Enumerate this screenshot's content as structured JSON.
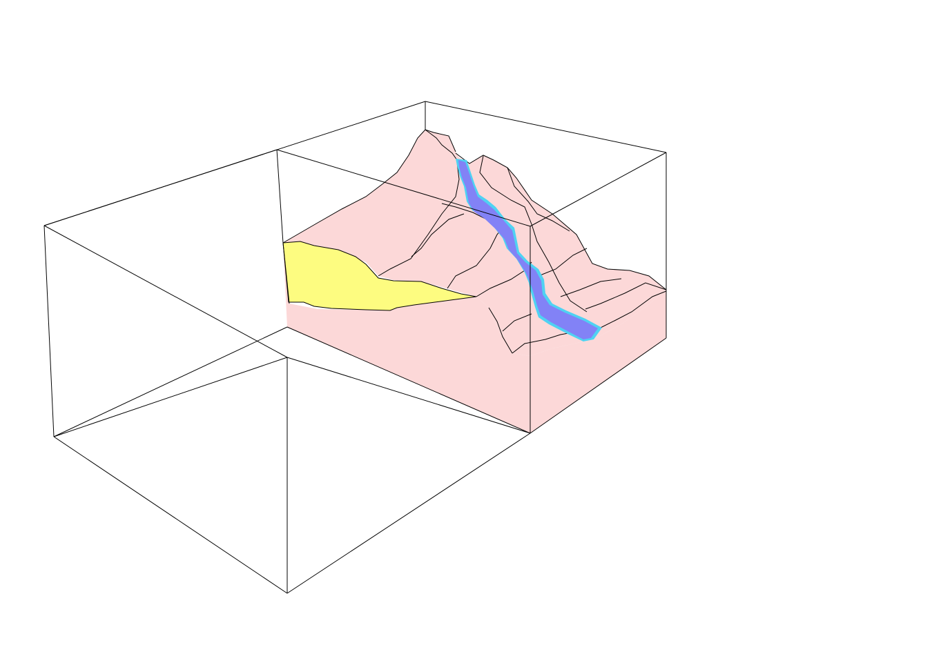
{
  "scene": {
    "type": "3d-terrain-block-diagram",
    "background_color": "#ffffff",
    "box_edge_color": "#000000",
    "layers": [
      {
        "name": "terrain",
        "color": "#fcd8d8"
      },
      {
        "name": "sediment-deposit",
        "color": "#fdfc80"
      },
      {
        "name": "channel-water",
        "color": "#8282f6"
      },
      {
        "name": "channel-edge",
        "color": "#4fd2f2"
      }
    ],
    "contour_color": "#000000"
  }
}
